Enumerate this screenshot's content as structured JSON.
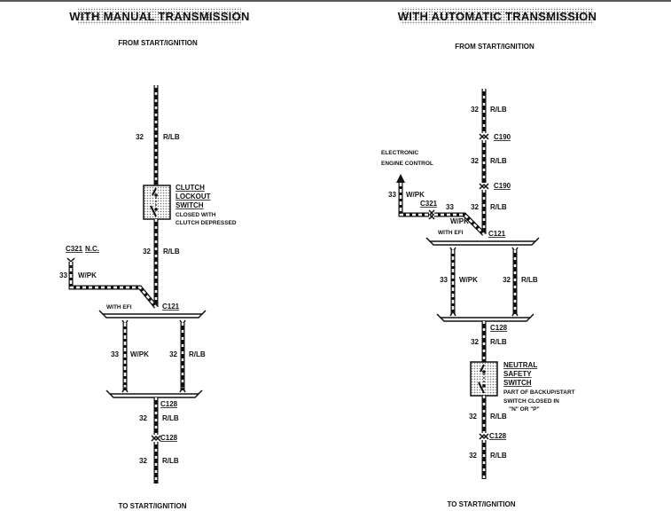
{
  "manual": {
    "title": "WITH MANUAL TRANSMISSION",
    "from": "FROM START/IGNITION",
    "to": "TO START/IGNITION",
    "wire_top": {
      "gauge": "32",
      "color": "R/LB"
    },
    "switch": {
      "l1": "CLUTCH",
      "l2": "LOCKOUT",
      "l3": "SWITCH",
      "n1": "CLOSED WITH",
      "n2": "CLUTCH DEPRESSED"
    },
    "wire_mid": {
      "gauge": "32",
      "color": "R/LB"
    },
    "c321": "C321",
    "nc": "N.C.",
    "wpk_side": {
      "gauge": "33",
      "color": "W/PK"
    },
    "with_efi": "WITH  EFI",
    "c121": "C121",
    "left_loop": {
      "gauge": "33",
      "color": "W/PK"
    },
    "right_loop": {
      "gauge": "32",
      "color": "R/LB"
    },
    "c128a": "C128",
    "wire_low1": {
      "gauge": "32",
      "color": "R/LB"
    },
    "c128b": "C128",
    "wire_low2": {
      "gauge": "32",
      "color": "R/LB"
    }
  },
  "automatic": {
    "title": "WITH AUTOMATIC TRANSMISSION",
    "from": "FROM START/IGNITION",
    "to": "TO START/IGNITION",
    "wire1": {
      "gauge": "32",
      "color": "R/LB"
    },
    "c190a": "C190",
    "wire2": {
      "gauge": "32",
      "color": "R/LB"
    },
    "c190b": "C190",
    "ecc1": "ELECTRONIC",
    "ecc2": "ENGINE CONTROL",
    "wpk_side": {
      "gauge": "33",
      "color": "W/PK"
    },
    "c321": "C321",
    "wpk_diag": {
      "gauge": "33",
      "color": "W/PK"
    },
    "wire3": {
      "gauge": "32",
      "color": "R/LB"
    },
    "with_efi": "WITH  EFI",
    "c121": "C121",
    "left_loop": {
      "gauge": "33",
      "color": "W/PK"
    },
    "right_loop": {
      "gauge": "32",
      "color": "R/LB"
    },
    "c128a": "C128",
    "wire4": {
      "gauge": "32",
      "color": "R/LB"
    },
    "switch": {
      "l1": "NEUTRAL",
      "l2": "SAFETY",
      "l3": "SWITCH",
      "n1": "PART OF BACKUP/START",
      "n2": "SWITCH CLOSED IN",
      "n3": "\"N\" OR \"P\""
    },
    "wire5": {
      "gauge": "32",
      "color": "R/LB"
    },
    "c128b": "C128",
    "wire6": {
      "gauge": "32",
      "color": "R/LB"
    }
  }
}
